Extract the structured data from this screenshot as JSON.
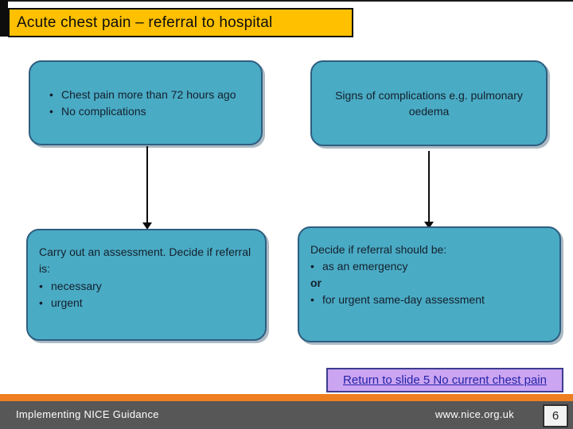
{
  "title": "Acute chest pain – referral to hospital",
  "glyphs": {
    "bullet": "•"
  },
  "colors": {
    "title_bg": "#FFC000",
    "box_fill": "#4AABC5",
    "box_border": "#2E5E80",
    "link_bg": "#CBA4F2",
    "link_border": "#3D3D8F",
    "link_text": "#2424A8",
    "accent_orange": "#EE7E20",
    "footer_bg": "#575757"
  },
  "flowchart": {
    "top_left": {
      "bullets": [
        "Chest pain more than 72 hours ago",
        "No complications"
      ]
    },
    "top_right": {
      "text": "Signs of complications e.g. pulmonary oedema"
    },
    "bottom_left": {
      "intro": "Carry out an assessment. Decide if referral is:",
      "bullets": [
        "necessary",
        "urgent"
      ]
    },
    "bottom_right": {
      "intro": "Decide if referral should be:",
      "bullet_1": "as an emergency",
      "connector": "or",
      "bullet_2": "for urgent same-day assessment"
    }
  },
  "link": {
    "label": "Return to slide 5 No current chest pain"
  },
  "footer": {
    "left_text": "Implementing NICE Guidance",
    "website": "www.nice.org.uk",
    "page_number": "6"
  }
}
